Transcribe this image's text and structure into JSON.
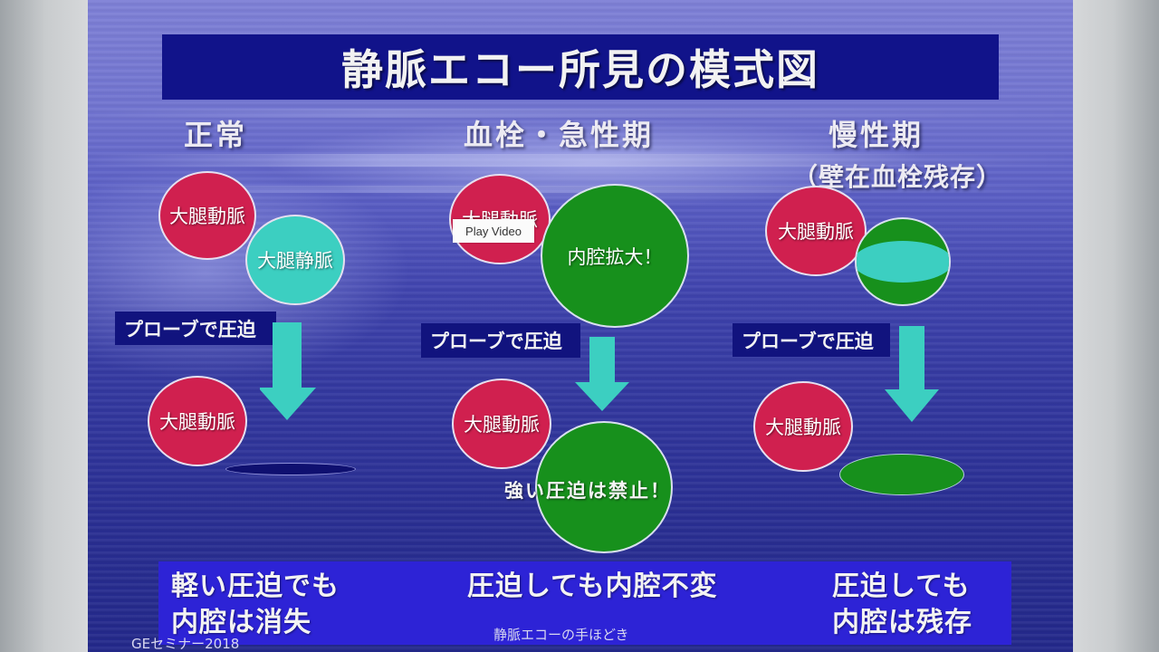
{
  "title": "静脈エコー所見の模式図",
  "columns": [
    {
      "heading": "正常",
      "subheading": "",
      "upper_labels": [
        "大腿動脈",
        "大腿静脈"
      ],
      "probe_label": "プローブで圧迫",
      "lower_labels": [
        "大腿動脈"
      ],
      "caption_lines": [
        "軽い圧迫でも",
        "内腔は消失"
      ]
    },
    {
      "heading": "血栓・急性期",
      "subheading": "",
      "upper_labels": [
        "大腿動脈",
        "内腔拡大！"
      ],
      "probe_label": "プローブで圧迫",
      "lower_labels": [
        "大腿動脈"
      ],
      "warning": "強い圧迫は禁止！",
      "caption_lines": [
        "圧迫しても内腔不変"
      ]
    },
    {
      "heading": "慢性期",
      "subheading": "（壁在血栓残存）",
      "upper_labels": [
        "大腿動脈"
      ],
      "probe_label": "プローブで圧迫",
      "lower_labels": [
        "大腿動脈"
      ],
      "caption_lines": [
        "圧迫しても",
        "内腔は残存"
      ]
    }
  ],
  "overlay": {
    "play_video_label": "Play Video"
  },
  "footer": {
    "left": "GEセミナー2018",
    "center": "静脈エコーの手ほどき"
  },
  "colors": {
    "artery": "#d0204f",
    "normal_vein": "#3ccfc1",
    "thrombus_vein": "#17901c",
    "compressed_lumen": "#0f1070",
    "arrow": "#3ccfc1",
    "title_bar": "#11138a",
    "caption_box": "#2d23d6"
  }
}
